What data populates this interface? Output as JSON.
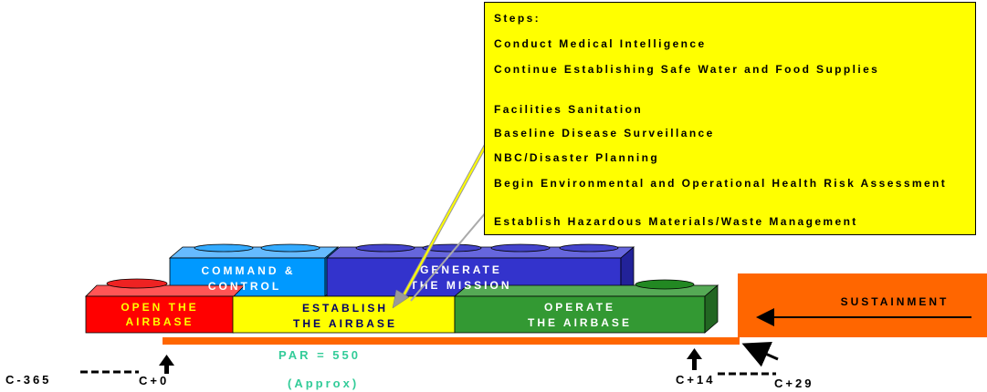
{
  "steps": {
    "heading": "Steps:",
    "items": [
      "Conduct Medical Intelligence",
      "Continue Establishing Safe Water and Food Supplies",
      "Facilities Sanitation",
      "Baseline Disease Surveillance",
      "NBC/Disaster Planning",
      "Begin Environmental and Operational Health Risk Assessment",
      "Establish Hazardous Materials/Waste Management"
    ]
  },
  "blocks": {
    "open": {
      "line1": "OPEN THE",
      "line2": "AIRBASE"
    },
    "command": {
      "line1": "COMMAND &",
      "line2": "CONTROL"
    },
    "generate": {
      "line1": "GENERATE",
      "line2": "THE MISSION"
    },
    "establish": {
      "line1": "ESTABLISH",
      "line2": "THE AIRBASE"
    },
    "operate": {
      "line1": "OPERATE",
      "line2": "THE AIRBASE"
    },
    "sustainment": "SUSTAINMENT"
  },
  "par": {
    "value": "PAR = 550",
    "note": "(Approx)"
  },
  "timeline": {
    "c_minus_365": "C-365",
    "c_plus_0": "C+0",
    "c_plus_14": "C+14",
    "c_plus_29": "C+29"
  },
  "colors": {
    "red": "#ff0000",
    "light_blue": "#0099ff",
    "navy": "#3333cc",
    "yellow": "#ffff00",
    "green": "#339933",
    "orange": "#ff6600",
    "teal": "#33cc99",
    "label_yellow": "#ffff00",
    "label_white": "#ffffff",
    "label_navy": "#000066"
  }
}
